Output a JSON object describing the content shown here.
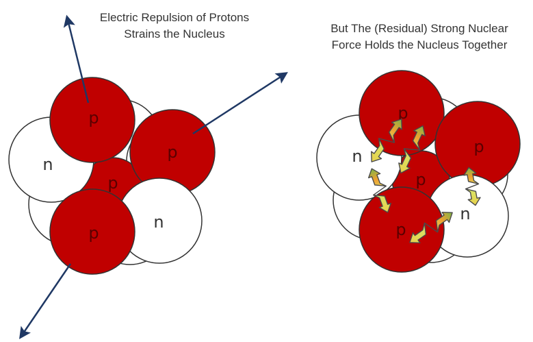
{
  "left_panel": {
    "caption_line1": "Electric Repulsion of Protons",
    "caption_line2": "Strains the Nucleus",
    "labels": {
      "p1": "p",
      "p2": "p",
      "p3": "p",
      "p_hidden": "p",
      "n1": "n",
      "n2": "n"
    }
  },
  "right_panel": {
    "caption_line1": "But The (Residual) Strong Nuclear",
    "caption_line2": "Force Holds the Nucleus Together",
    "labels": {
      "p1": "p",
      "p2": "p",
      "p3": "p",
      "p_hidden": "p",
      "n1": "n",
      "n2": "n"
    }
  },
  "colors": {
    "proton": "#c00000",
    "neutron": "#ffffff",
    "outline": "#333333",
    "arrow": "#1f3864",
    "spring_outline": "#4a4a4a"
  },
  "icons": [
    "repulsion-arrow",
    "strong-force-spring-icon"
  ]
}
